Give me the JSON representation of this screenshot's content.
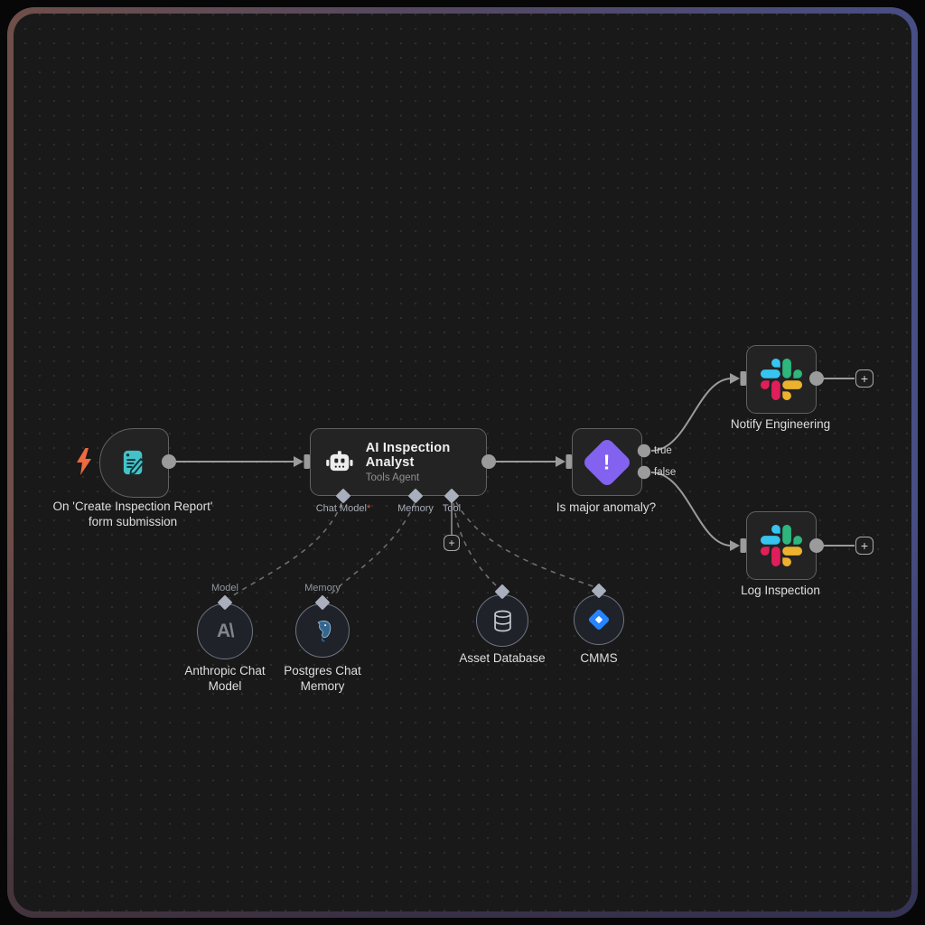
{
  "nodes": {
    "trigger": {
      "label": "On 'Create Inspection Report' form submission"
    },
    "agent": {
      "title": "AI Inspection Analyst",
      "subtitle": "Tools Agent",
      "ports": {
        "chat_model": "Chat Model",
        "required_marker": "*",
        "memory": "Memory",
        "tool": "Tool"
      }
    },
    "anomaly": {
      "label": "Is major anomaly?",
      "icon_glyph": "!",
      "output_true": "true",
      "output_false": "false"
    },
    "notify": {
      "label": "Notify Engineering"
    },
    "log": {
      "label": "Log Inspection"
    },
    "anthropic": {
      "label": "Anthropic Chat Model",
      "port_label": "Model",
      "logo_text": "A\\"
    },
    "postgres": {
      "label": "Postgres Chat Memory",
      "port_label": "Memory"
    },
    "asset_db": {
      "label": "Asset Database"
    },
    "cmms": {
      "label": "CMMS"
    }
  },
  "ui": {
    "plus": "+"
  },
  "icons": {
    "trigger_left": "lightning-bolt",
    "trigger_node": "form-document-with-pencil",
    "agent_node": "robot-head",
    "anomaly_node": "purple-diamond-exclamation",
    "notify_node": "slack-logo",
    "log_node": "slack-logo",
    "anthropic_node": "anthropic-wordmark",
    "postgres_node": "postgresql-elephant",
    "asset_db_node": "database-cylinder",
    "cmms_node": "blue-diamond"
  },
  "colors": {
    "canvas_bg": "#191919",
    "node_bg": "#232323",
    "node_border": "#616161",
    "edge": "#9b9b9b",
    "dashed_edge": "#6e6e6e",
    "connector": "#a9afbd",
    "accent_purple": "#8262ef",
    "trigger_teal": "#43c3c9",
    "bolt_orange": "#ef6a3e",
    "cmms_blue": "#2684FF",
    "postgres_blue": "#336791",
    "slack_blue": "#36C5F0",
    "slack_green": "#2EB67D",
    "slack_yellow": "#ECB22E",
    "slack_red": "#E01E5A"
  }
}
